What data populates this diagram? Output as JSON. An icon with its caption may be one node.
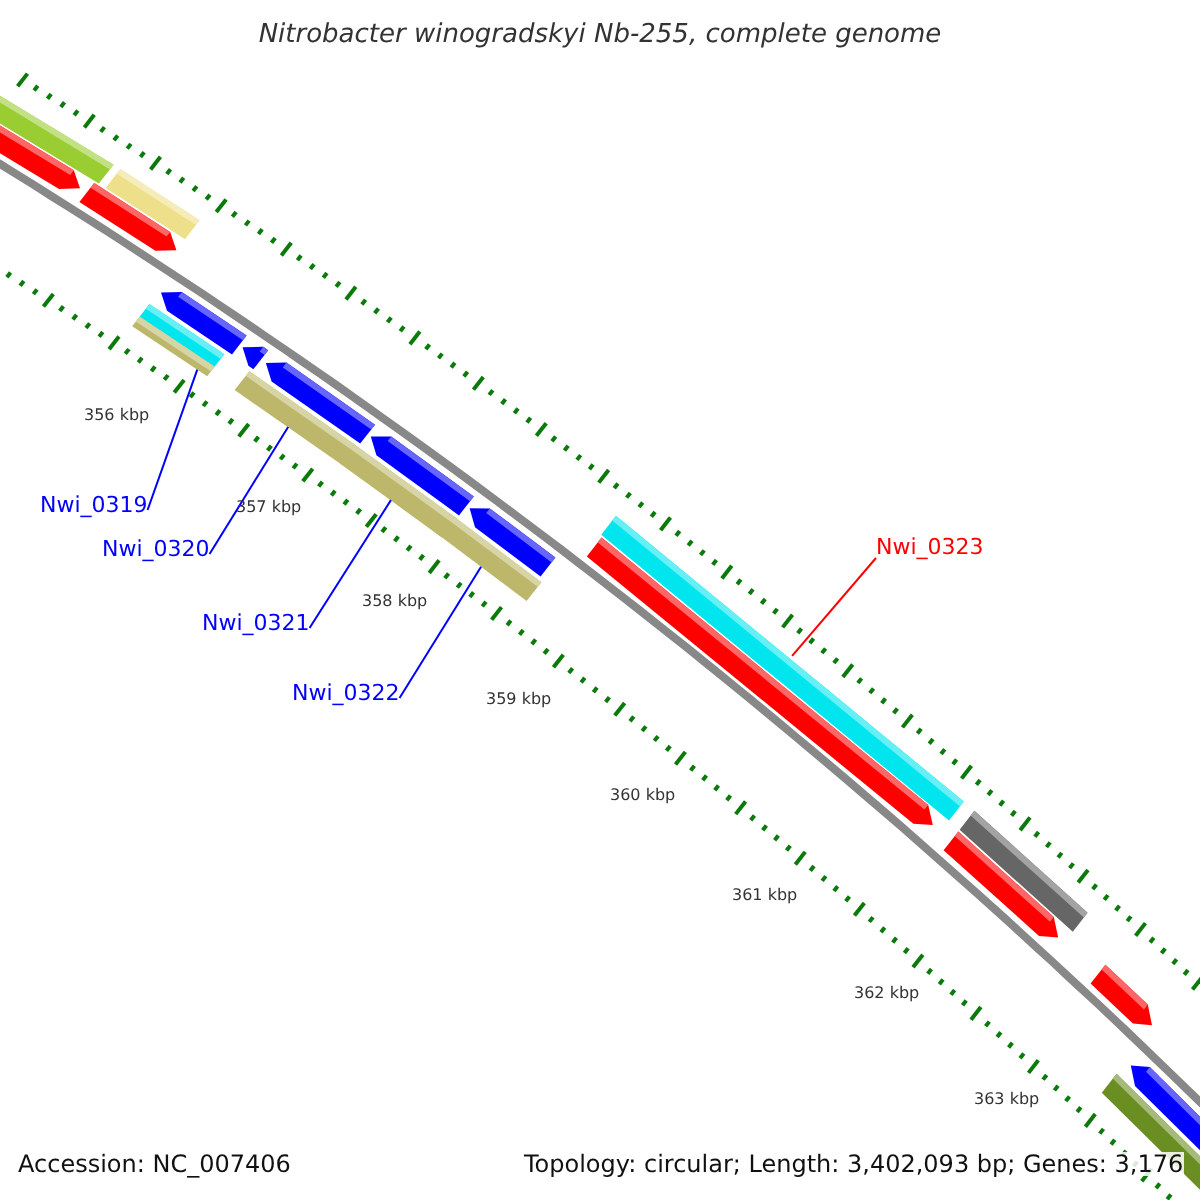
{
  "diagram": {
    "title": "Nitrobacter winogradskyi Nb-255, complete genome",
    "nodes": [
      {
        "text": [
          "Nwi_0319"
        ]
      },
      {
        "text": [
          "Nwi_0320"
        ]
      },
      {
        "text": [
          "Nwi_0321"
        ]
      },
      {
        "text": [
          "Nwi_0322"
        ]
      },
      {
        "text": [
          "Nwi_0323"
        ]
      },
      {
        "text": [],
        "shape": "bar"
      },
      {
        "text": [],
        "shape": "bar"
      },
      {
        "text": [],
        "shape": "bar"
      },
      {
        "text": [],
        "shape": "bar"
      },
      {
        "text": [],
        "shape": "bar"
      }
    ],
    "edges": [
      {
        "from": 0,
        "to": 5,
        "arrow": "none"
      },
      {
        "from": 1,
        "to": 6,
        "arrow": "none"
      },
      {
        "from": 2,
        "to": 7,
        "arrow": "none"
      },
      {
        "from": 3,
        "to": 8,
        "arrow": "none"
      },
      {
        "from": 4,
        "to": 9,
        "arrow": "none",
        "color": "#ff0000"
      }
    ],
    "labels": [
      "356 kbp",
      "357 kbp",
      "358 kbp",
      "359 kbp",
      "360 kbp",
      "361 kbp",
      "362 kbp",
      "363 kbp",
      "Accession: NC_007406",
      "Topology: circular; Length: 3,402,093 bp; Genes: 3,176"
    ]
  }
}
